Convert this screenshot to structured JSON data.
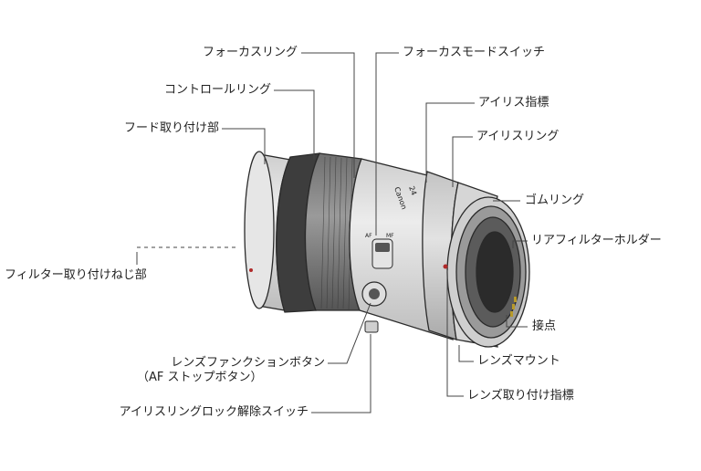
{
  "labels": {
    "focus_ring": "フォーカスリング",
    "focus_mode_switch": "フォーカスモードスイッチ",
    "control_ring": "コントロールリング",
    "iris_index": "アイリス指標",
    "hood_mount": "フード取り付け部",
    "iris_ring": "アイリスリング",
    "rubber_ring": "ゴムリング",
    "filter_thread": "フィルター取り付けねじ部",
    "rear_filter_holder": "リアフィルターホルダー",
    "contacts": "接点",
    "lens_function_button_line1": "レンズファンクションボタン",
    "lens_function_button_line2": "（AF ストップボタン）",
    "lens_mount": "レンズマウント",
    "mount_index": "レンズ取り付け指標",
    "iris_lock_switch": "アイリスリングロック解除スイッチ"
  },
  "lens_print": {
    "brand": "Canon",
    "focal": "24",
    "switch_af": "AF",
    "switch_mf": "MF"
  },
  "colors": {
    "outline": "#2a2a2a",
    "leader": "#444444",
    "body": "#dcdcdc",
    "rubber": "#5a5a5a"
  }
}
